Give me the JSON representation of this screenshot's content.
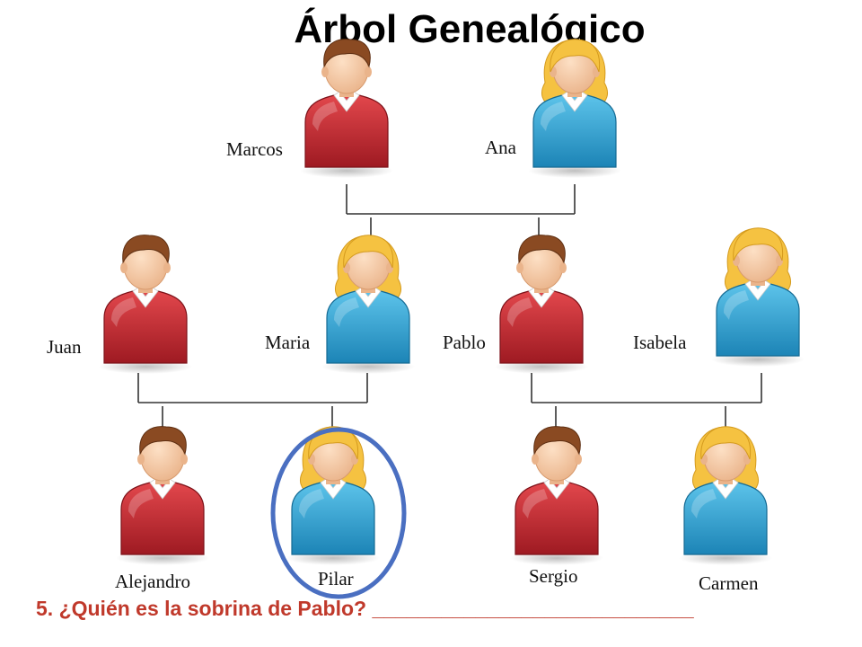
{
  "title": "Árbol Genealógico",
  "colors": {
    "male_shirt": "#c4262e",
    "female_shirt": "#2ea6d6",
    "skin": "#f7c9a3",
    "male_hair": "#8a4a22",
    "female_hair": "#f5c241",
    "line": "#333333",
    "highlight": "#4a6fc1",
    "question": "#c0392b"
  },
  "people": [
    {
      "id": "marcos",
      "name": "Marcos",
      "gender": "male"
    },
    {
      "id": "ana",
      "name": "Ana",
      "gender": "female"
    },
    {
      "id": "juan",
      "name": "Juan",
      "gender": "male"
    },
    {
      "id": "maria",
      "name": "Maria",
      "gender": "female"
    },
    {
      "id": "pablo",
      "name": "Pablo",
      "gender": "male"
    },
    {
      "id": "isabela",
      "name": "Isabela",
      "gender": "female"
    },
    {
      "id": "alejandro",
      "name": "Alejandro",
      "gender": "male"
    },
    {
      "id": "pilar",
      "name": "Pilar",
      "gender": "female",
      "highlighted": true
    },
    {
      "id": "sergio",
      "name": "Sergio",
      "gender": "male"
    },
    {
      "id": "carmen",
      "name": "Carmen",
      "gender": "female"
    }
  ],
  "question": {
    "text": "5.  ¿Quién es la sobrina de Pablo? ____________________________"
  }
}
